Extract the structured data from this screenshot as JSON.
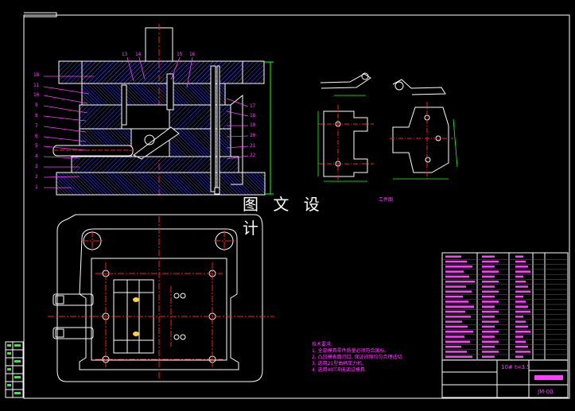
{
  "watermark": "图 文 设 计",
  "workpiece_label": "工件图",
  "notes": {
    "title": "技术要求:",
    "lines": [
      "1. 全部模具零件质量必须符合国标.",
      "2. 凸凹模表面刃口, 保证间隙均匀合理适切.",
      "3. 选用21型曲柄压力机.",
      "4. 选用40T冲床调试模具."
    ]
  },
  "left_part_numbers": [
    "18",
    "11",
    "10",
    "9",
    "8",
    "7",
    "6",
    "5",
    "4",
    "3",
    "2",
    "1"
  ],
  "top_part_numbers": [
    "13",
    "14",
    "15",
    "16"
  ],
  "right_part_numbers": [
    "17",
    "18",
    "19",
    "20",
    "21",
    "22"
  ],
  "title_block": {
    "material_spec": "10# t=3.5",
    "drawing_no": "JM-00"
  },
  "colors": {
    "outline": "#ffffff",
    "centerline": "#ff2020",
    "hatch": "#4040ff",
    "leader": "#ff40ff",
    "dimension": "#20ff20",
    "section_fill": "#8080ff"
  }
}
